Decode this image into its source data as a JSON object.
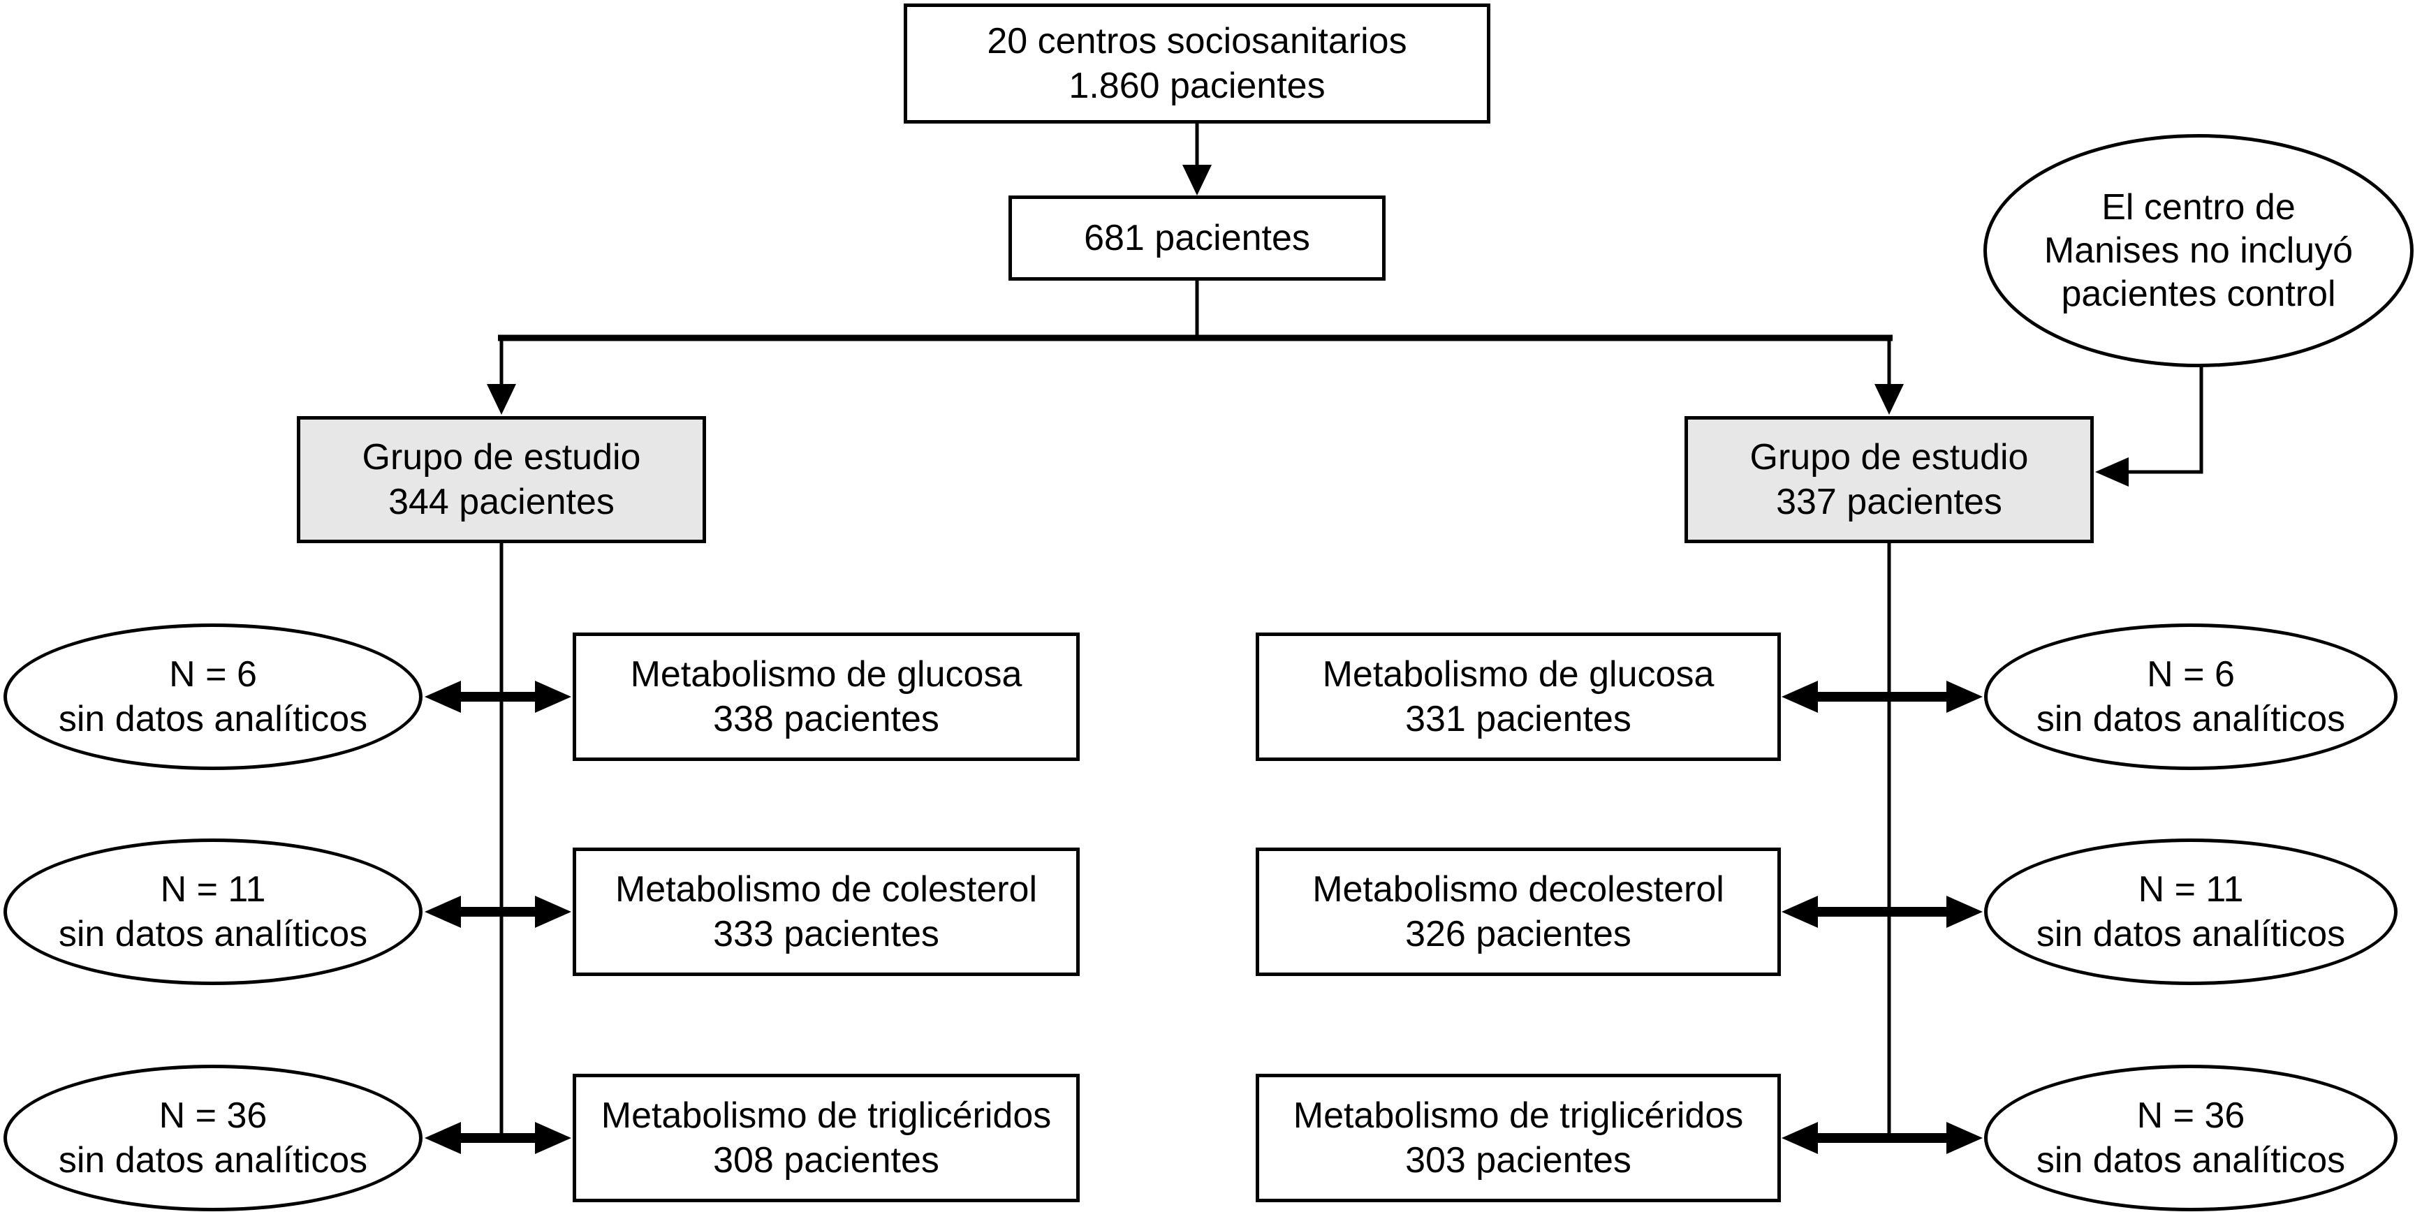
{
  "colors": {
    "background": "#ffffff",
    "line": "#000000",
    "text": "#000000",
    "node_fill": "#ffffff",
    "study_group_fill": "#e7e7e7"
  },
  "flowchart": {
    "source_box": {
      "line1": "20 centros sociosanitarios",
      "line2": "1.860 pacientes"
    },
    "included_box": {
      "line1": "681 pacientes"
    },
    "manises_note": {
      "line1": "El centro de",
      "line2": "Manises no incluyó",
      "line3": "pacientes control"
    },
    "study_group_left": {
      "line1": "Grupo de estudio",
      "line2": "344 pacientes"
    },
    "study_group_right": {
      "line1": "Grupo de estudio",
      "line2": "337 pacientes"
    },
    "left_column": {
      "rows": [
        {
          "outcome_line1": "Metabolismo de glucosa",
          "outcome_line2": "338 pacientes",
          "exclusion_line1": "N = 6",
          "exclusion_line2": "sin datos analíticos"
        },
        {
          "outcome_line1": "Metabolismo de colesterol",
          "outcome_line2": "333 pacientes",
          "exclusion_line1": "N = 11",
          "exclusion_line2": "sin datos analíticos"
        },
        {
          "outcome_line1": "Metabolismo de triglicéridos",
          "outcome_line2": "308 pacientes",
          "exclusion_line1": "N = 36",
          "exclusion_line2": "sin datos analíticos"
        }
      ]
    },
    "right_column": {
      "rows": [
        {
          "outcome_line1": "Metabolismo de glucosa",
          "outcome_line2": "331 pacientes",
          "exclusion_line1": "N = 6",
          "exclusion_line2": "sin datos analíticos"
        },
        {
          "outcome_line1": "Metabolismo decolesterol",
          "outcome_line2": "326 pacientes",
          "exclusion_line1": "N = 11",
          "exclusion_line2": "sin datos analíticos"
        },
        {
          "outcome_line1": "Metabolismo de triglicéridos",
          "outcome_line2": "303 pacientes",
          "exclusion_line1": "N = 36",
          "exclusion_line2": "sin datos analíticos"
        }
      ]
    }
  }
}
